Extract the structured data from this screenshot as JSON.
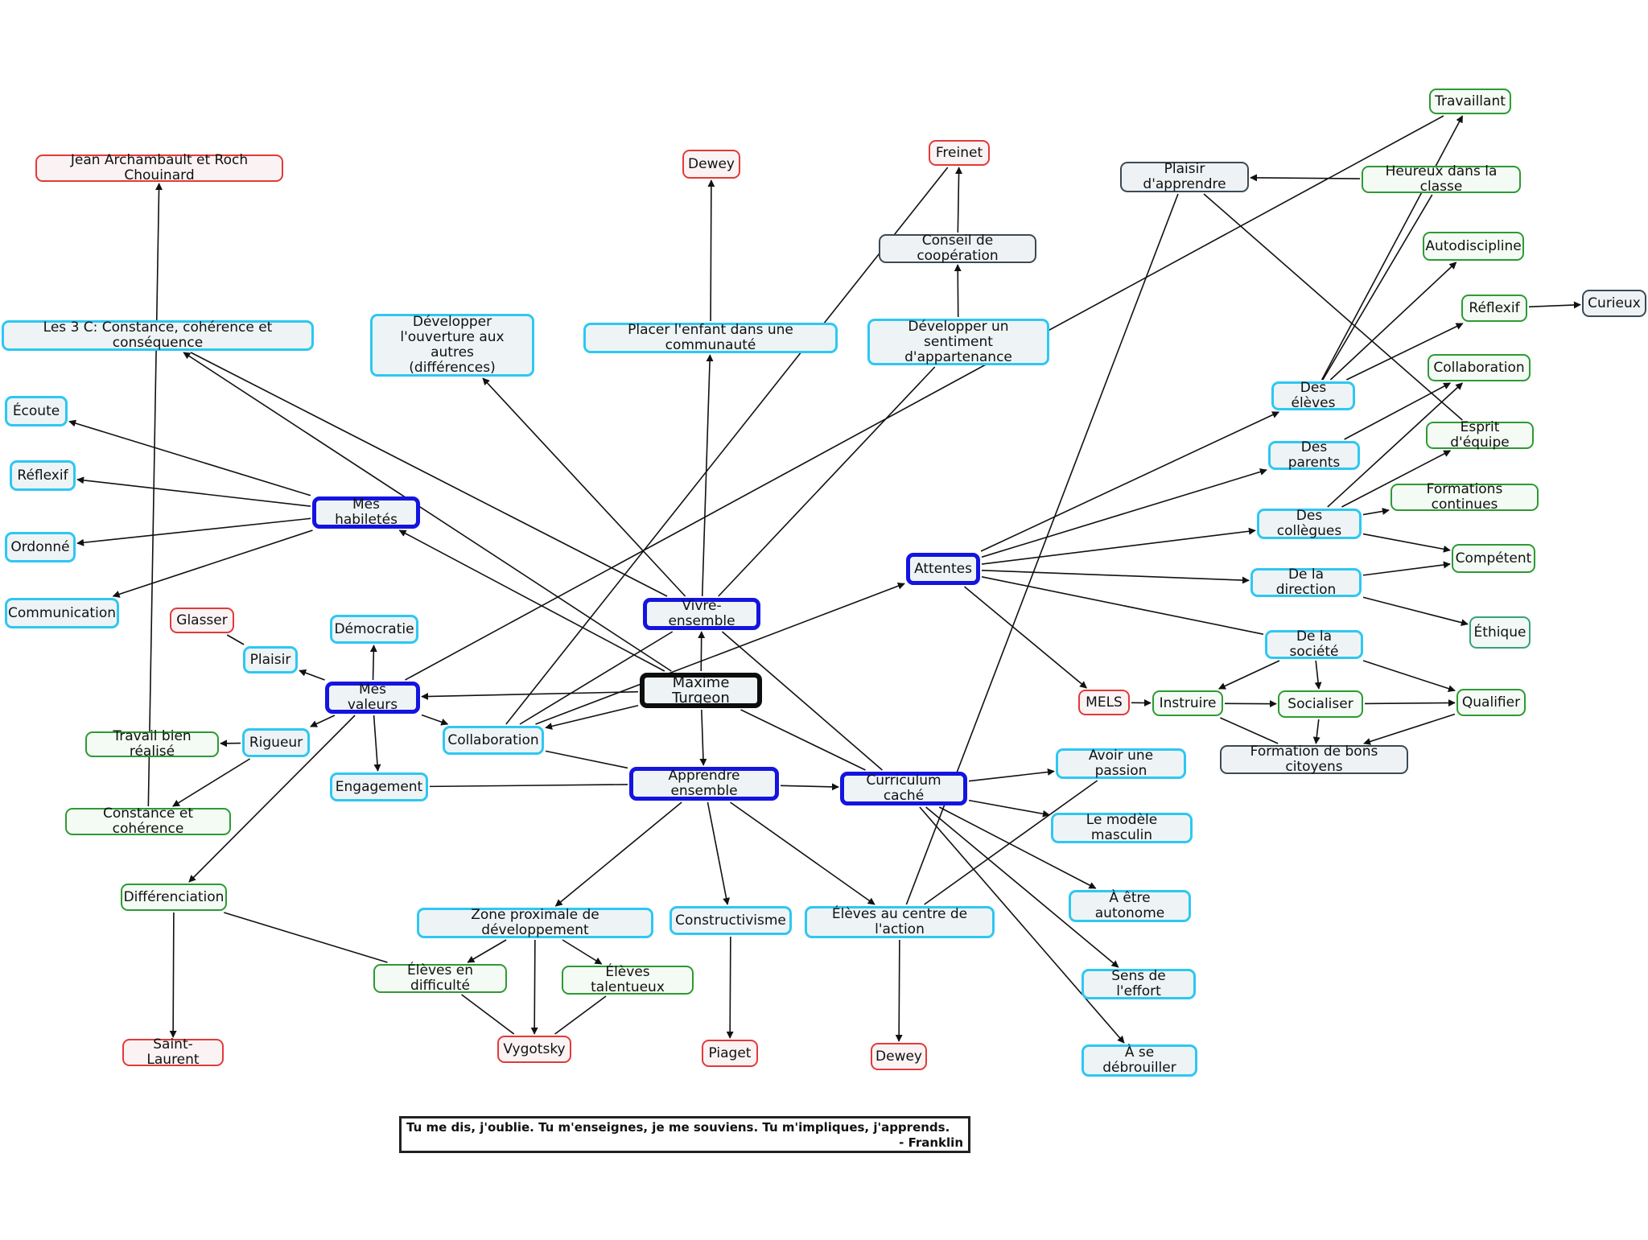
{
  "colors": {
    "root_border": "#0d0d0d",
    "main_border": "#1414e0",
    "cyan_border": "#2ec7f2",
    "green_border": "#2d9a34",
    "red_border": "#e23a3a",
    "dark_border": "#3b4a55",
    "edge": "#111111"
  },
  "nodes": {
    "maxime": "Maxime Turgeon",
    "vivre": "Vivre-ensemble",
    "apprendre": "Apprendre ensemble",
    "curriculum": "Curriculum caché",
    "attentes": "Attentes",
    "habiletes": "Mes habiletés",
    "valeurs": "Mes valeurs",
    "jean": "Jean Archambault et Roch Chouinard",
    "troisC": "Les 3 C: Constance, cohérence et conséquence",
    "ecoute": "Écoute",
    "reflexif1": "Réflexif",
    "ordonne": "Ordonné",
    "communication": "Communication",
    "glasser": "Glasser",
    "plaisir": "Plaisir",
    "democratie": "Démocratie",
    "travail": "Travail bien réalisé",
    "rigueur": "Rigueur",
    "constance": "Constance et cohérence",
    "engagement": "Engagement",
    "collab1": "Collaboration",
    "differenciation": "Différenciation",
    "stlaurent": "Saint-Laurent",
    "ouverture": "Développer\nl'ouverture aux autres\n(différences)",
    "dewey1": "Dewey",
    "placer": "Placer l'enfant dans une communauté",
    "freinet": "Freinet",
    "conseil": "Conseil de coopération",
    "sentiment": "Développer un\nsentiment d'appartenance",
    "zpd": "Zone proximale de développement",
    "difficulte": "Élèves en difficulté",
    "talentueux": "Élèves talentueux",
    "vygotsky": "Vygotsky",
    "constructivisme": "Constructivisme",
    "piaget": "Piaget",
    "centre": "Élèves au centre de l'action",
    "dewey2": "Dewey",
    "passion": "Avoir une passion",
    "modele": "Le modèle masculin",
    "autonome": "À être autonome",
    "effort": "Sens de l'effort",
    "debrouiller": "À se débrouiller",
    "plaisirApp": "Plaisir d'apprendre",
    "travaillant": "Travaillant",
    "heureux": "Heureux dans la classe",
    "autodiscipline": "Autodiscipline",
    "reflexif2": "Réflexif",
    "curieux": "Curieux",
    "collab2": "Collaboration",
    "esprit": "Esprit d'équipe",
    "formations": "Formations continues",
    "competent": "Compétent",
    "ethique": "Éthique",
    "eleves": "Des élèves",
    "parents": "Des parents",
    "collegues": "Des collègues",
    "direction": "De la direction",
    "societe": "De la société",
    "mels": "MELS",
    "instruire": "Instruire",
    "socialiser": "Socialiser",
    "qualifier": "Qualifier",
    "citoyens": "Formation de bons citoyens"
  },
  "quote": {
    "line1": "Tu me dis, j'oublie. Tu m'enseignes, je me souviens. Tu m'impliques, j'apprends.",
    "line2": "- Franklin"
  }
}
